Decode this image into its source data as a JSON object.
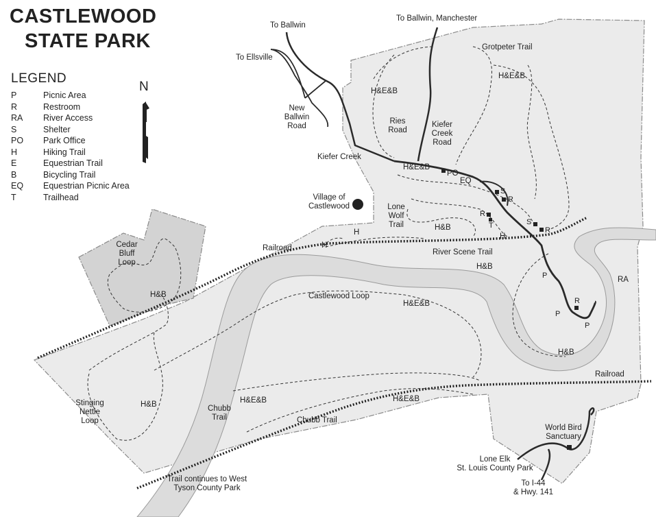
{
  "title": {
    "line1": "CASTLEWOOD",
    "line2": "STATE PARK"
  },
  "north": "N",
  "legend": {
    "heading": "LEGEND",
    "items": [
      {
        "code": "P",
        "label": "Picnic Area"
      },
      {
        "code": "R",
        "label": "Restroom"
      },
      {
        "code": "RA",
        "label": "River Access"
      },
      {
        "code": "S",
        "label": "Shelter"
      },
      {
        "code": "PO",
        "label": "Park Office"
      },
      {
        "code": "H",
        "label": "Hiking Trail"
      },
      {
        "code": "E",
        "label": "Equestrian Trail"
      },
      {
        "code": "B",
        "label": "Bicycling Trail"
      },
      {
        "code": "EQ",
        "label": "Equestrian Picnic Area"
      },
      {
        "code": "T",
        "label": "Trailhead"
      }
    ]
  },
  "labels": {
    "to_ballwin": "To Ballwin",
    "to_ballwin_manchester": "To Ballwin, Manchester",
    "to_ellsville": "To Ellsville",
    "new_ballwin_road": [
      "New",
      "Ballwin",
      "Road"
    ],
    "grotpeter_trail": "Grotpeter Trail",
    "hab_1": "H&E&B",
    "hab_2": "H&E&B",
    "ries_road": [
      "Ries",
      "Road"
    ],
    "kiefer_creek_road": [
      "Kiefer",
      "Creek",
      "Road"
    ],
    "kiefer_creek": "Kiefer Creek",
    "hab_3": "H&E&B",
    "po": "PO",
    "eq": "EQ",
    "village": [
      "Village of",
      "Castlewood"
    ],
    "lone_wolf_trail": [
      "Lone",
      "Wolf",
      "Trail"
    ],
    "hb_lone_wolf": "H&B",
    "h_1": "H",
    "h_2": "H",
    "h_3": "H",
    "cedar_bluff_loop": [
      "Cedar",
      "Bluff",
      "Loop"
    ],
    "hb_cedar": "H&B",
    "railroad_upper": "Railroad",
    "river_scene_trail": "River Scene Trail",
    "hb_river_scene": "H&B",
    "castlewood_loop": "Castlewood Loop",
    "hab_castlewood": "H&E&B",
    "ra": "RA",
    "s_1": "S",
    "r_1": "R",
    "r_2": "R",
    "t_1": "T",
    "s_2": "S",
    "r_3": "R",
    "p_1": "P",
    "r_4": "R",
    "p_2": "P",
    "p_3": "P",
    "hb_south": "H&B",
    "railroad_lower": "Railroad",
    "stinging_nettle_loop": [
      "Stinging",
      "Nettle",
      "Loop"
    ],
    "hb_nettle": "H&B",
    "hab_chubb": "H&E&B",
    "chubb_trail_label": [
      "Chubb",
      "Trail"
    ],
    "hab_chubb2": "H&E&B",
    "chubb_trail": "Chubb Trail",
    "world_bird_sanctuary": [
      "World Bird",
      "Sanctuary"
    ],
    "lone_elk": [
      "Lone Elk",
      "St. Louis County Park"
    ],
    "to_i44": [
      "To I-44",
      "& Hwy. 141"
    ],
    "trail_continues": [
      "Trail continues to West",
      "Tyson County Park"
    ]
  },
  "colors": {
    "park_fill": "#ebebeb",
    "cedar_fill": "#d3d3d3",
    "river_fill": "#dcdcdc",
    "boundary": "#8a8a8a",
    "road": "#2a2a2a",
    "trail": "#333333"
  },
  "icons": [
    "north-arrow-icon",
    "village-dot-icon",
    "facility-square-icon"
  ]
}
